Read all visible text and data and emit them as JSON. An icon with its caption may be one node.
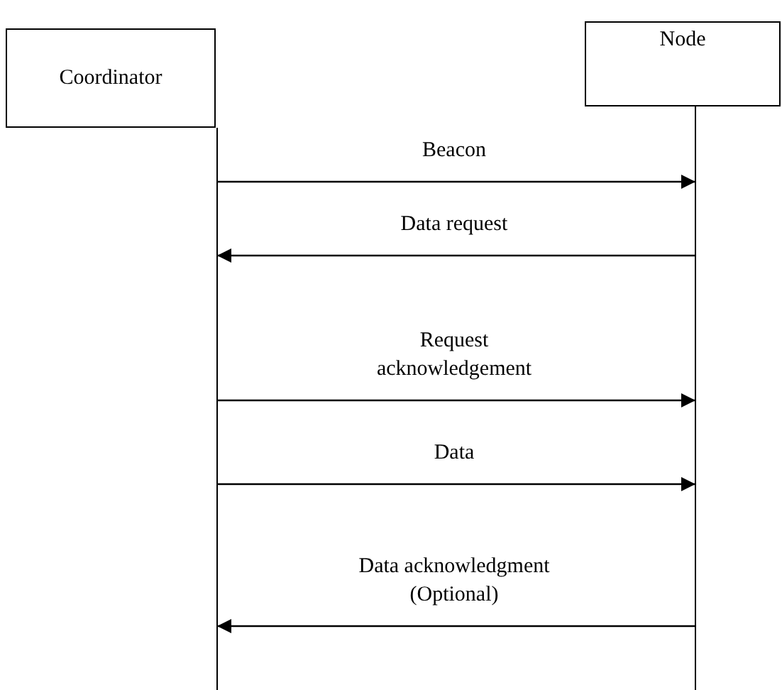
{
  "diagram": {
    "nodes": [
      {
        "text": [
          "Coordinator"
        ]
      },
      {
        "text": [
          "Node"
        ]
      }
    ],
    "edges": [
      {
        "from": 0,
        "to": 1,
        "arrow": "to",
        "label": "Beacon"
      },
      {
        "from": 1,
        "to": 0,
        "arrow": "to",
        "label": "Data request"
      },
      {
        "from": 0,
        "to": 1,
        "arrow": "to",
        "label": "Request acknowledgement"
      },
      {
        "from": 0,
        "to": 1,
        "arrow": "to",
        "label": "Data"
      },
      {
        "from": 1,
        "to": 0,
        "arrow": "to",
        "label": "Data acknowledgment (Optional)"
      }
    ]
  }
}
